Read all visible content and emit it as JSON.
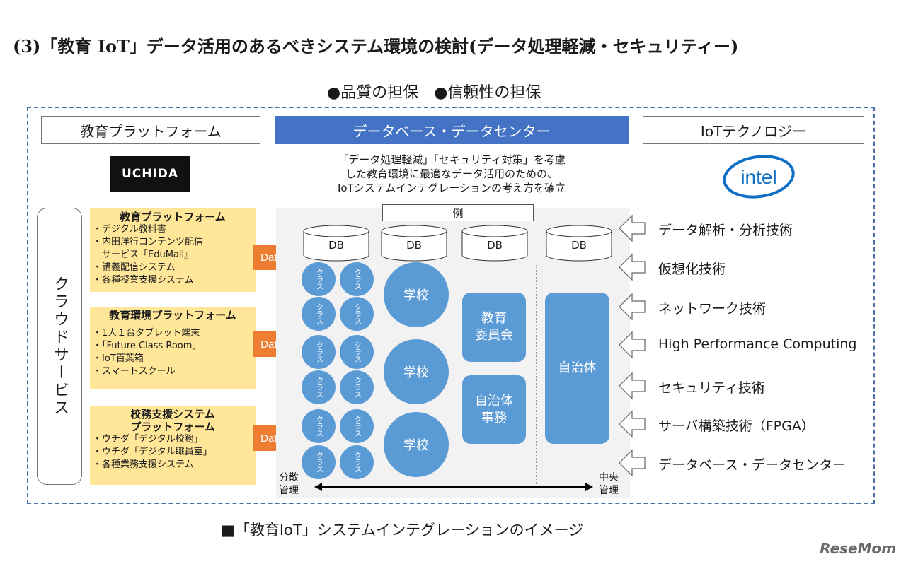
{
  "title": "(3)「教育 IoT」データ活用のあるべきシステム環境の検討(データ処理軽減・セキュリティー)",
  "bullets": "●品質の担保　●信頼性の担保",
  "headers": {
    "left": "教育プラットフォーム",
    "center": "データベース・データセンター",
    "right": "IoTテクノロジー"
  },
  "logos": {
    "uchida": "UCHIDA",
    "intel": "intel"
  },
  "description": [
    "「データ処理軽減」「セキュリティ対策」を考慮",
    "した教育環境に最適なデータ活用のための、",
    "IoTシステムインテグレーションの考え方を確立"
  ],
  "cloud": "クラウドサービス",
  "platforms": [
    {
      "title": "教育プラットフォーム",
      "items": [
        "・デジタル教科書",
        "・内田洋行コンテンツ配信",
        "　サービス「EduMall』",
        "・講義配信システム",
        "・各種授業支援システム"
      ]
    },
    {
      "title": "教育環境プラットフォーム",
      "items": [
        "・1人１台タブレット端末",
        "・「Future Class Room」",
        "・IoT百葉箱",
        "・スマートスクール"
      ]
    },
    {
      "title": "校務支援システム",
      "title2": "プラットフォーム",
      "items": [
        "・ウチダ「デジタル校務」",
        "・ウチダ「デジタル職員室」",
        "・各種業務支援システム"
      ]
    }
  ],
  "arrow_label": "Data",
  "example_label": "例",
  "db_label": "DB",
  "class_label": "クラス",
  "school_label": "学校",
  "board_label": "教育\n委員会",
  "gov_office_label": "自治体\n事務",
  "gov_label": "自治体",
  "distributed": "分散\n管理",
  "central": "中央\n管理",
  "technologies": [
    "データ解析・分析技術",
    "仮想化技術",
    "ネットワーク技術",
    "High Performance Computing",
    "セキュリティ技術",
    "サーバ構築技術（FPGA）",
    "データベース・データセンター"
  ],
  "caption": "■「教育IoT」システムインテグレーションのイメージ",
  "watermark": "ReseMom"
}
